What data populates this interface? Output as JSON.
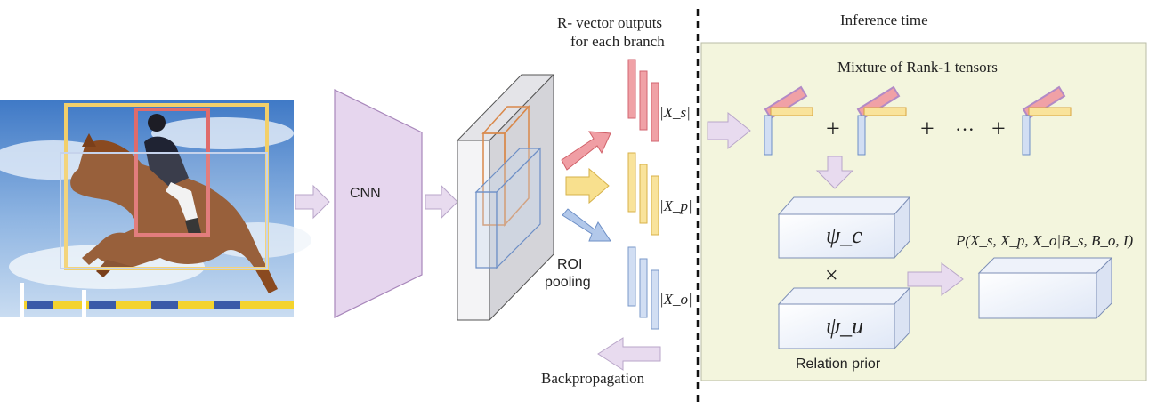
{
  "inference_title": "Inference time",
  "rvec_title_line1": "R- vector outputs",
  "rvec_title_line2": "for each branch",
  "cnn_label": "CNN",
  "roi_label_line1": "ROI",
  "roi_label_line2": "pooling",
  "xs_label": "|X_s|",
  "xp_label": "|X_p|",
  "xo_label": "|X_o|",
  "mixture_title": "Mixture of Rank-1 tensors",
  "plus": "+",
  "dots": "···",
  "psi_c": "ψ_c",
  "psi_u": "ψ_u",
  "times": "×",
  "relation_prior": "Relation prior",
  "output_formula": "P(X_s, X_p, X_o|B_s, B_o, I)",
  "backprop": "Backpropagation",
  "colors": {
    "subject": "#e8868c",
    "predicate": "#f6d77a",
    "object": "#a9c3e6",
    "cnn": "#e6d6ee",
    "arrow": "#e8dbef",
    "panel": "#f3f5dd"
  }
}
